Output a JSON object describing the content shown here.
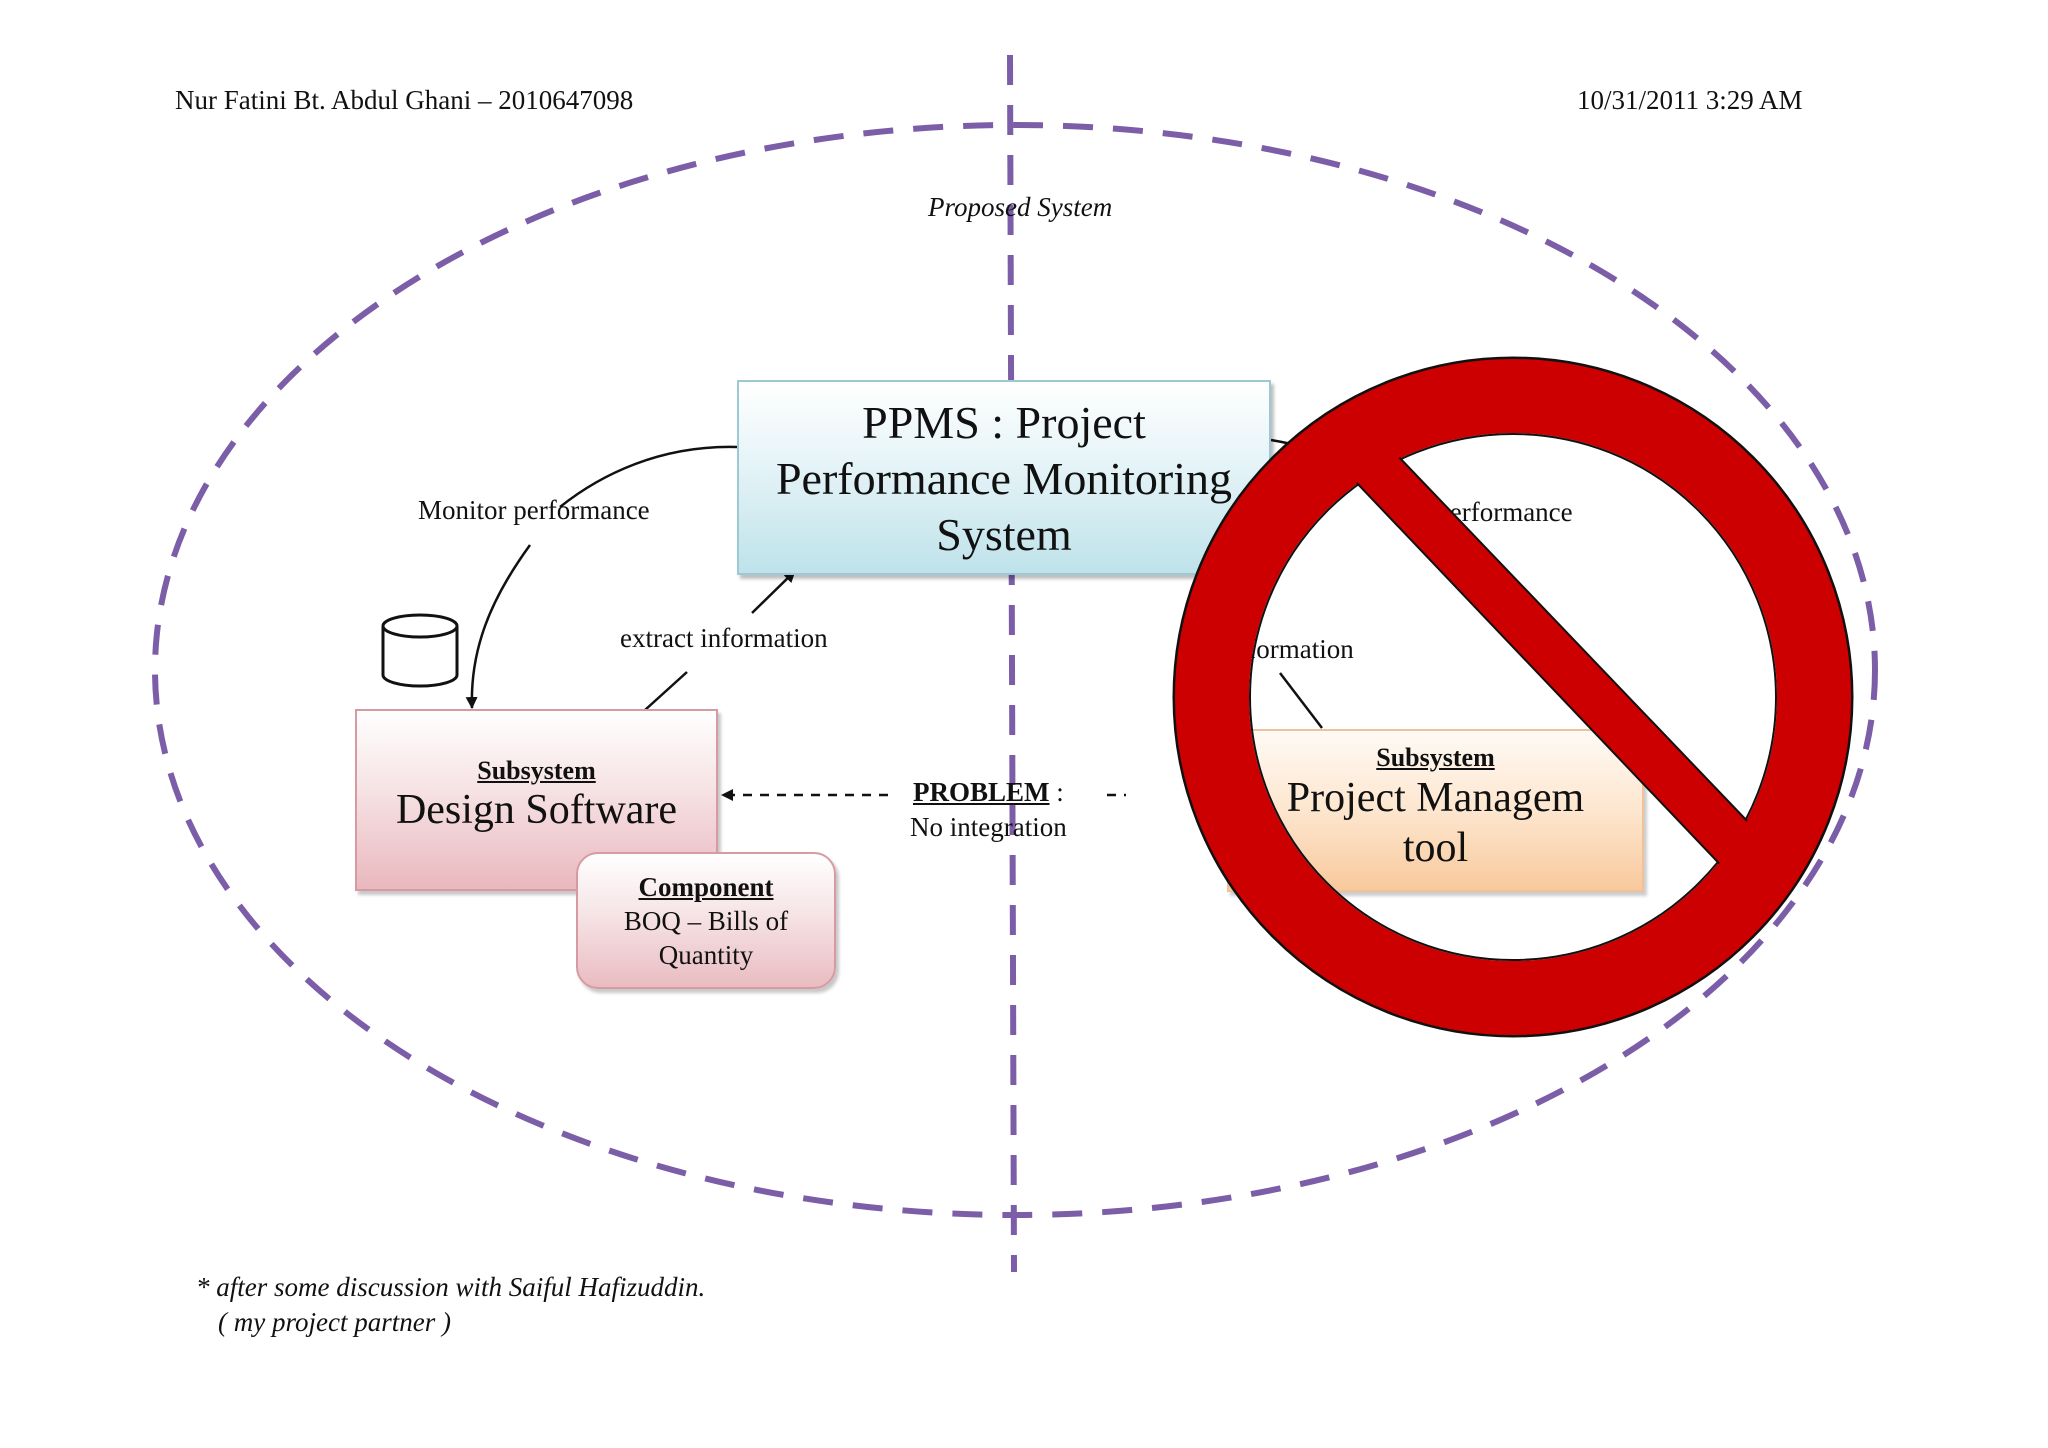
{
  "header": {
    "author": "Nur Fatini Bt. Abdul Ghani – 2010647098",
    "datetime": "10/31/2011 3:29 AM"
  },
  "diagram": {
    "boundary_label": "Proposed System",
    "ppms": {
      "line1": "PPMS : Project",
      "line2": "Performance Monitoring",
      "line3": "System"
    },
    "left": {
      "monitor_label": "Monitor performance",
      "extract_label": "extract information",
      "subsystem_heading": "Subsystem",
      "subsystem_title": "Design Software",
      "component_heading": "Component",
      "component_line1": "BOQ – Bills of",
      "component_line2": "Quantity"
    },
    "right": {
      "monitor_label": "itor performance",
      "extract_label": "t information",
      "subsystem_heading": "Subsystem",
      "subsystem_line1": "Project Managem",
      "subsystem_line2": "tool"
    },
    "problem": {
      "heading": "PROBLEM",
      "separator": ":",
      "detail": "No integration"
    }
  },
  "footnote": {
    "line1": "*  after some discussion with Saiful Hafizuddin.",
    "line2": "( my project partner )"
  },
  "colors": {
    "boundary": "#7b5ea7",
    "prohibition": "#cc0000",
    "ppms_fill": "#bfe2ea",
    "design_fill": "#e9b8be",
    "pm_fill": "#f8c99c"
  },
  "icons": {
    "database": "database-icon",
    "prohibition": "no-sign-icon"
  }
}
